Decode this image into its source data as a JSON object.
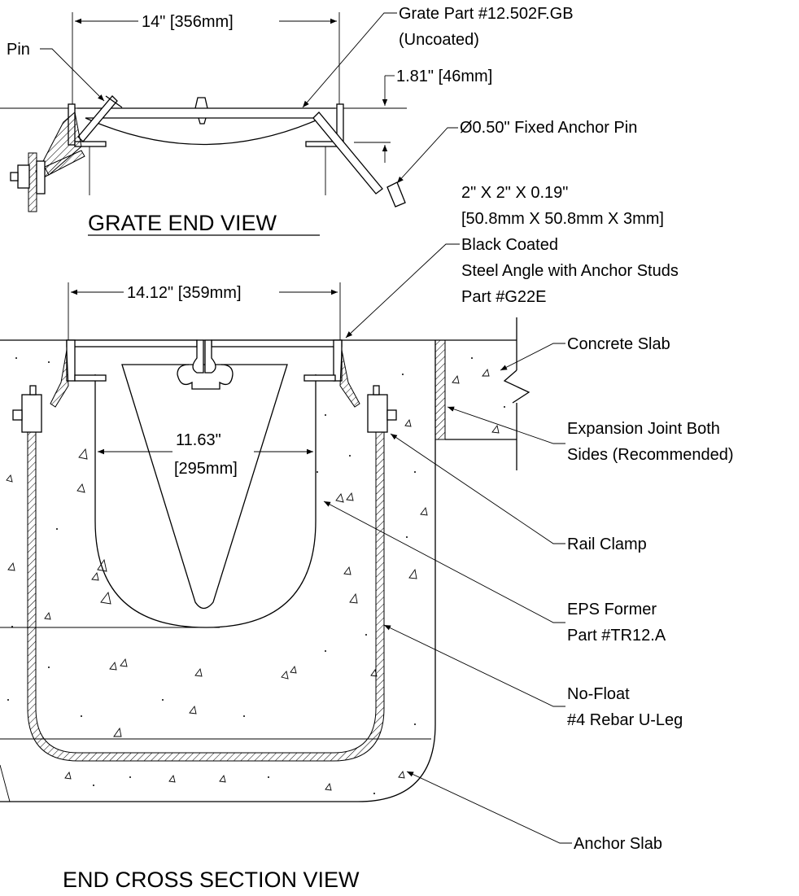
{
  "grate_view": {
    "title": "GRATE END VIEW",
    "dim_width": "14\" [356mm]",
    "dim_height": "1.81\" [46mm]",
    "pin_label": "Pin",
    "grate_part_line1": "Grate Part #12.502F.GB",
    "grate_part_line2": "(Uncoated)",
    "anchor_pin_label": "Ø0.50\" Fixed Anchor Pin"
  },
  "section_view": {
    "title": "END CROSS SECTION VIEW",
    "dim_outer_width": "14.12\" [359mm]",
    "dim_inner_width_line1": "11.63\"",
    "dim_inner_width_line2": "[295mm]",
    "angle_line1": "2\" X 2\" X 0.19\"",
    "angle_line2": "[50.8mm X 50.8mm X 3mm]",
    "angle_line3": "Black Coated",
    "angle_line4": "Steel Angle with Anchor Studs",
    "angle_line5": "Part #G22E",
    "concrete_slab": "Concrete Slab",
    "expansion_line1": "Expansion Joint Both",
    "expansion_line2": "Sides (Recommended)",
    "rail_clamp": "Rail Clamp",
    "eps_line1": "EPS Former",
    "eps_line2": "Part #TR12.A",
    "nofloat_line1": "No-Float",
    "nofloat_line2": "#4 Rebar U-Leg",
    "anchor_slab": "Anchor Slab"
  }
}
